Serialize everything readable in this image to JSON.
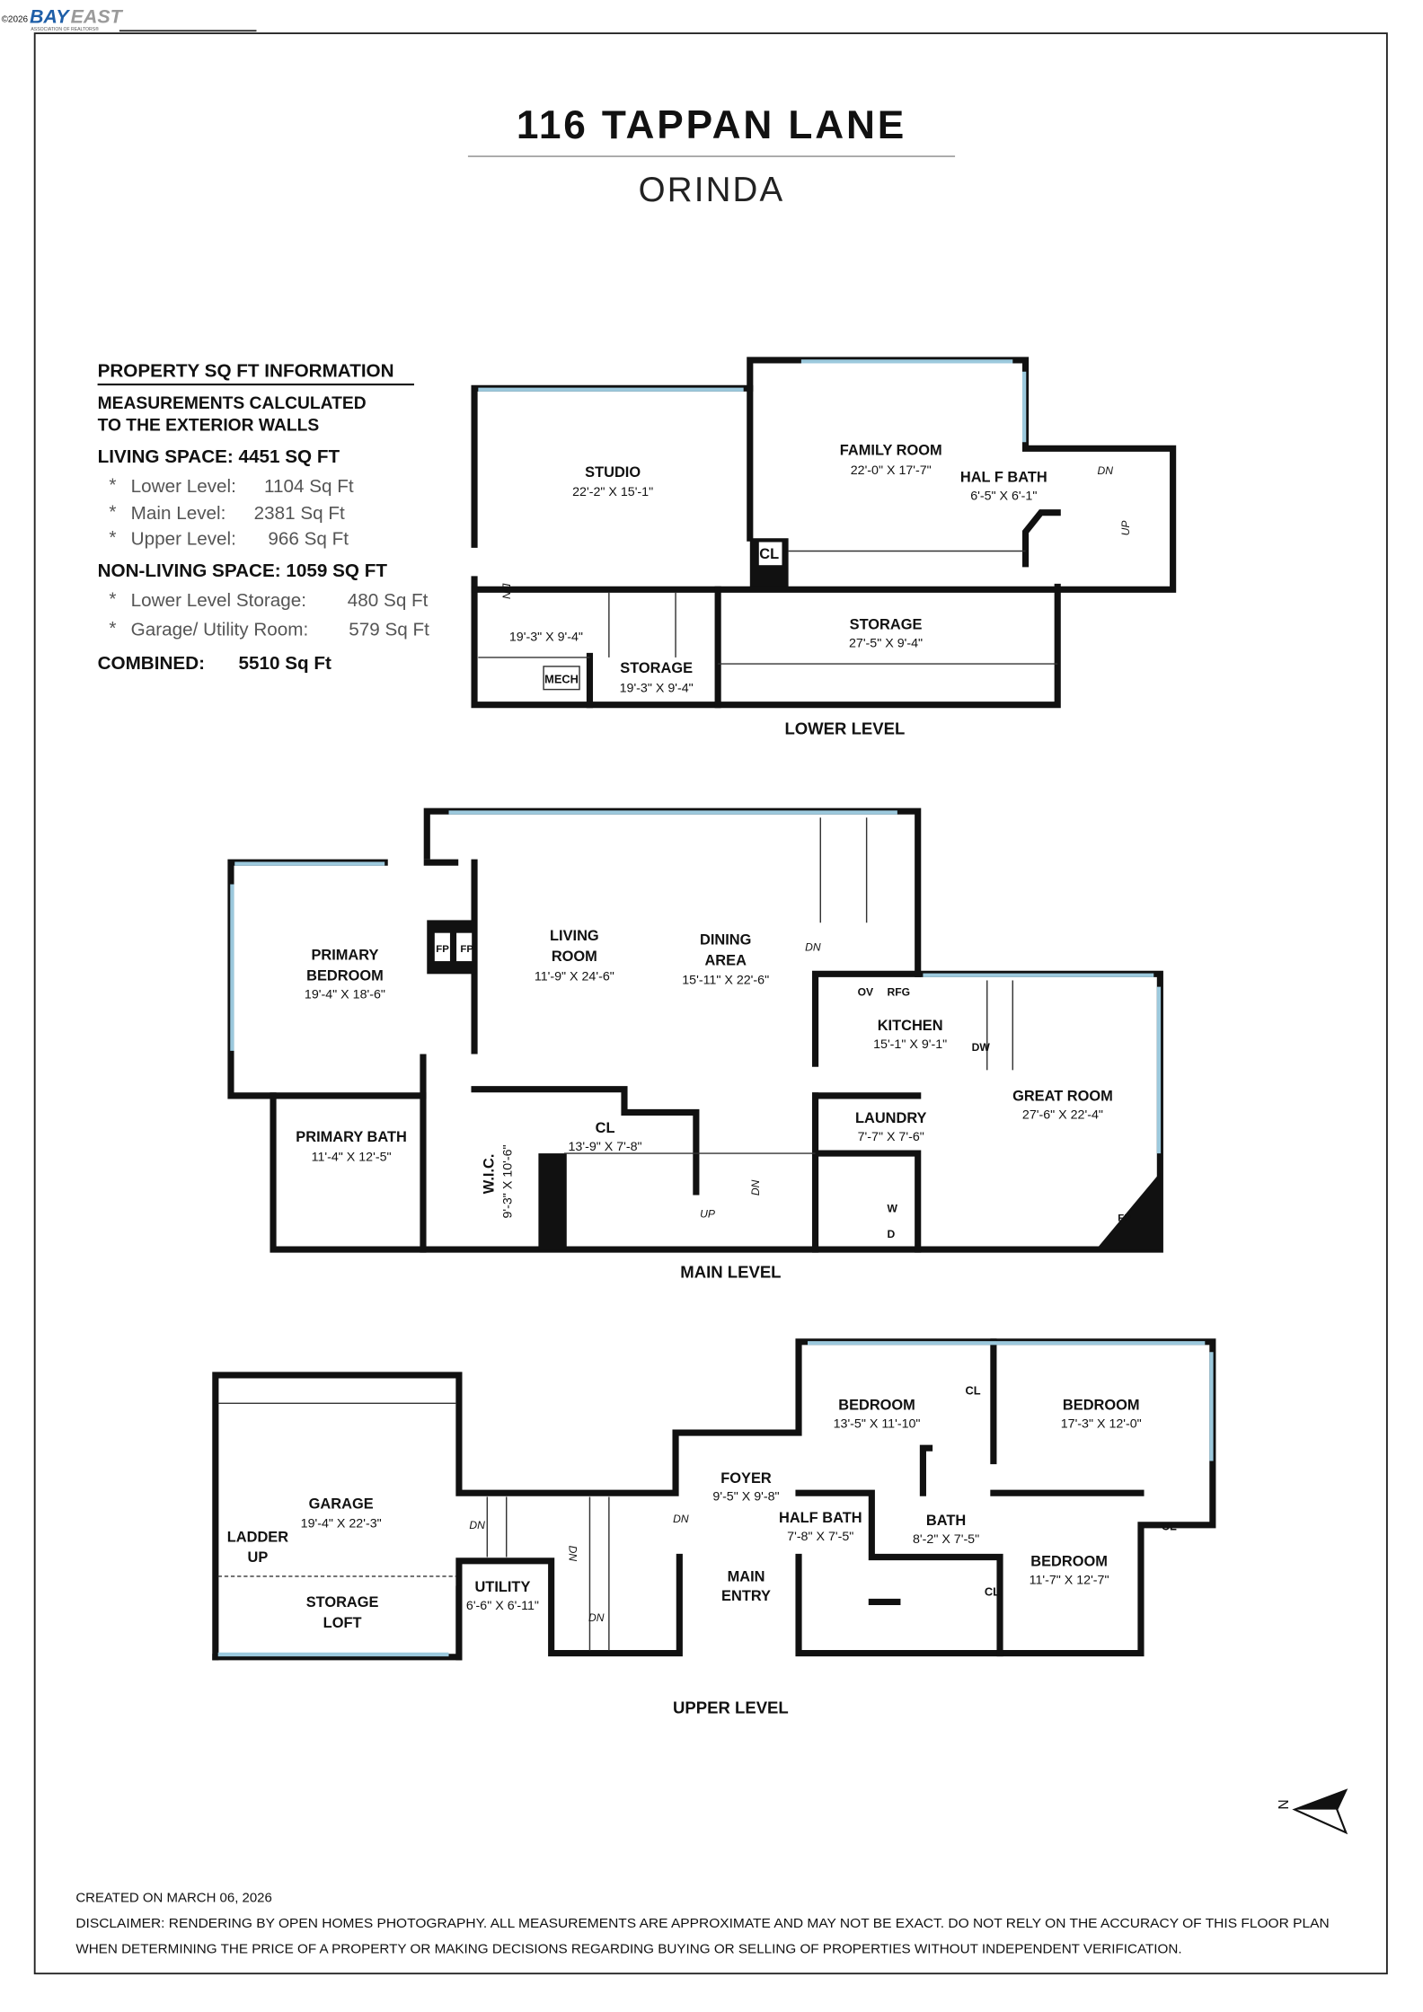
{
  "logo": {
    "copyright": "©2026",
    "brand_bay": "BAY",
    "brand_east": "EAST",
    "tagline": "ASSOCIATION OF REALTORS®"
  },
  "header": {
    "address": "116 TAPPAN LANE",
    "city": "ORINDA"
  },
  "sqft_info": {
    "title": "PROPERTY SQ FT INFORMATION",
    "note_line1": "MEASUREMENTS CALCULATED",
    "note_line2": "TO THE EXTERIOR WALLS",
    "living_space": "LIVING SPACE: 4451 SQ FT",
    "living_items": [
      {
        "label": "Lower Level:",
        "value": "1104 Sq Ft"
      },
      {
        "label": "Main Level:",
        "value": "2381 Sq Ft"
      },
      {
        "label": "Upper Level:",
        "value": "966 Sq Ft"
      }
    ],
    "non_living_space": "NON-LIVING SPACE: 1059 SQ FT",
    "non_living_items": [
      {
        "label": "Lower Level Storage:",
        "value": "480 Sq Ft"
      },
      {
        "label": "Garage/ Utility Room:",
        "value": "579 Sq Ft"
      }
    ],
    "combined_label": "COMBINED:",
    "combined_value": "5510  Sq Ft",
    "bullet": "*"
  },
  "lower_level": {
    "title": "LOWER LEVEL",
    "rooms": [
      {
        "name": "STUDIO",
        "dims": "22'-2\" X 15'-1\""
      },
      {
        "name": "FAMILY ROOM",
        "dims": "22'-0\" X 17'-7\""
      },
      {
        "name": "HAL F BATH",
        "dims": "6'-5\" X 6'-1\""
      },
      {
        "name": "STORAGE",
        "dims": "27'-5\" X 9'-4\""
      },
      {
        "name": "",
        "dims": "19'-3\" X 9'-4\""
      },
      {
        "name": "STORAGE",
        "dims": "19'-3\" X 9'-4\""
      }
    ],
    "labels": {
      "mech": "MECH",
      "cl": "CL",
      "dn1": "DN",
      "dn2": "DN",
      "up": "UP"
    }
  },
  "main_level": {
    "title": "MAIN LEVEL",
    "rooms": [
      {
        "name1": "PRIMARY",
        "name2": "BEDROOM",
        "dims": "19'-4\" X 18'-6\""
      },
      {
        "name1": "LIVING",
        "name2": "ROOM",
        "dims": "11'-9\" X 24'-6\""
      },
      {
        "name1": "DINING",
        "name2": "AREA",
        "dims": "15'-11\" X 22'-6\""
      },
      {
        "name1": "KITCHEN",
        "dims": "15'-1\" X 9'-1\""
      },
      {
        "name1": "GREAT ROOM",
        "dims": "27'-6\" X 22'-4\""
      },
      {
        "name1": "LAUNDRY",
        "dims": "7'-7\" X 7'-6\""
      },
      {
        "name1": "PRIMARY BATH",
        "dims": "11'-4\" X 12'-5\""
      },
      {
        "name1": "CL",
        "dims": "13'-9\" X 7'-8\""
      },
      {
        "name1": "W.I.C.",
        "dims": "9'-3\" X 10'-6\""
      }
    ],
    "labels": {
      "fp1": "FP",
      "fp2": "FP",
      "fp3": "FP",
      "ov": "OV",
      "rfg": "RFG",
      "dw": "DW",
      "w": "W",
      "d": "D",
      "dn1": "DN",
      "dn2": "DN",
      "up": "UP"
    }
  },
  "upper_level": {
    "title": "UPPER LEVEL",
    "rooms": [
      {
        "name1": "GARAGE",
        "dims": "19'-4\" X 22'-3\""
      },
      {
        "name1": "UTILITY",
        "dims": "6'-6\" X 6'-11\""
      },
      {
        "name1": "FOYER",
        "dims": "9'-5\" X 9'-8\""
      },
      {
        "name1": "HALF BATH",
        "dims": "7'-8\" X 7'-5\""
      },
      {
        "name1": "BATH",
        "dims": "8'-2\" X 7'-5\""
      },
      {
        "name1": "BEDROOM",
        "dims": "13'-5\" X 11'-10\""
      },
      {
        "name1": "BEDROOM",
        "dims": "17'-3\" X 12'-0\""
      },
      {
        "name1": "BEDROOM",
        "dims": "11'-7\" X 12'-7\""
      }
    ],
    "labels": {
      "ladder": "LADDER",
      "ladder_up": "UP",
      "storage1": "STORAGE",
      "storage2": "LOFT",
      "entry1": "MAIN",
      "entry2": "ENTRY",
      "cl1": "CL",
      "cl2": "CL",
      "cl3": "CL",
      "dn1": "DN",
      "dn2": "DN",
      "dn3": "DN",
      "dn4": "DN"
    }
  },
  "compass": {
    "label": "N",
    "icon": "north-arrow-icon"
  },
  "footer": {
    "created": "CREATED ON MARCH 06, 2026",
    "disclaimer_line1": "DISCLAIMER: RENDERING BY OPEN HOMES PHOTOGRAPHY. ALL MEASUREMENTS ARE APPROXIMATE AND MAY NOT BE EXACT. DO NOT RELY ON THE ACCURACY OF THIS FLOOR PLAN",
    "disclaimer_line2": "WHEN DETERMINING THE PRICE OF A PROPERTY OR MAKING DECISIONS REGARDING BUYING OR SELLING OF PROPERTIES WITHOUT INDEPENDENT VERIFICATION."
  },
  "colors": {
    "wall": "#111111",
    "window": "#9cc9dd",
    "logo_blue": "#1f5fa8",
    "logo_gray": "#9a9a9a"
  }
}
